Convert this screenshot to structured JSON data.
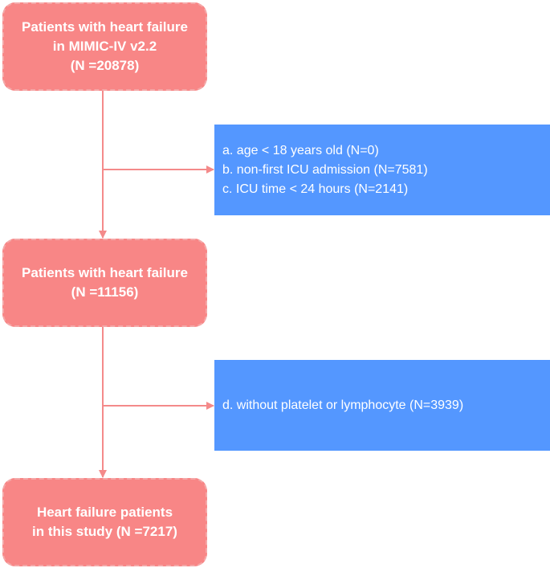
{
  "colors": {
    "box_fill": "#f88686",
    "box_border": "#f4a8a8",
    "exclusion_fill": "#5497ff",
    "connector": "#f48a8a",
    "text": "#ffffff"
  },
  "flow": {
    "start": {
      "lines": [
        "Patients with heart failure",
        "in MIMIC-IV v2.2",
        "(N =20878)"
      ]
    },
    "exclusion_1": {
      "lines": [
        "a. age < 18 years old (N=0)",
        "b. non-first ICU admission (N=7581)",
        "c. ICU time < 24 hours (N=2141)"
      ]
    },
    "middle": {
      "lines": [
        "Patients with heart failure",
        "(N =11156)"
      ]
    },
    "exclusion_2": {
      "lines": [
        "d. without platelet or lymphocyte (N=3939)"
      ]
    },
    "final": {
      "lines": [
        "Heart failure patients",
        "in this study (N =7217)"
      ]
    }
  }
}
